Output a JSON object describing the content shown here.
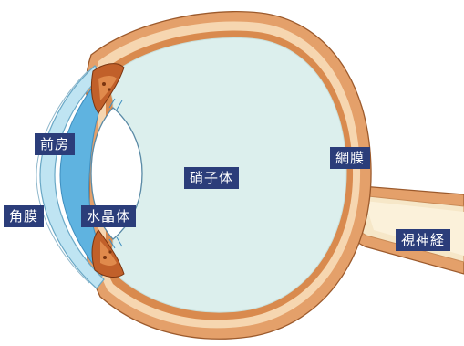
{
  "colors": {
    "sclera_outer": "#e4a06a",
    "sclera_band": "#f6d6b0",
    "sclera_inner": "#d98a4e",
    "vitreous": "#dcefed",
    "cornea": "#bfe4f2",
    "aqueous": "#5fb3e0",
    "iris": "#c1602a",
    "label_bg": "#2b3d7a",
    "label_text": "#ffffff"
  },
  "labels": {
    "anterior_chamber": "前房",
    "cornea": "角膜",
    "lens": "水晶体",
    "vitreous_body": "硝子体",
    "retina": "網膜",
    "optic_nerve": "視神経"
  }
}
